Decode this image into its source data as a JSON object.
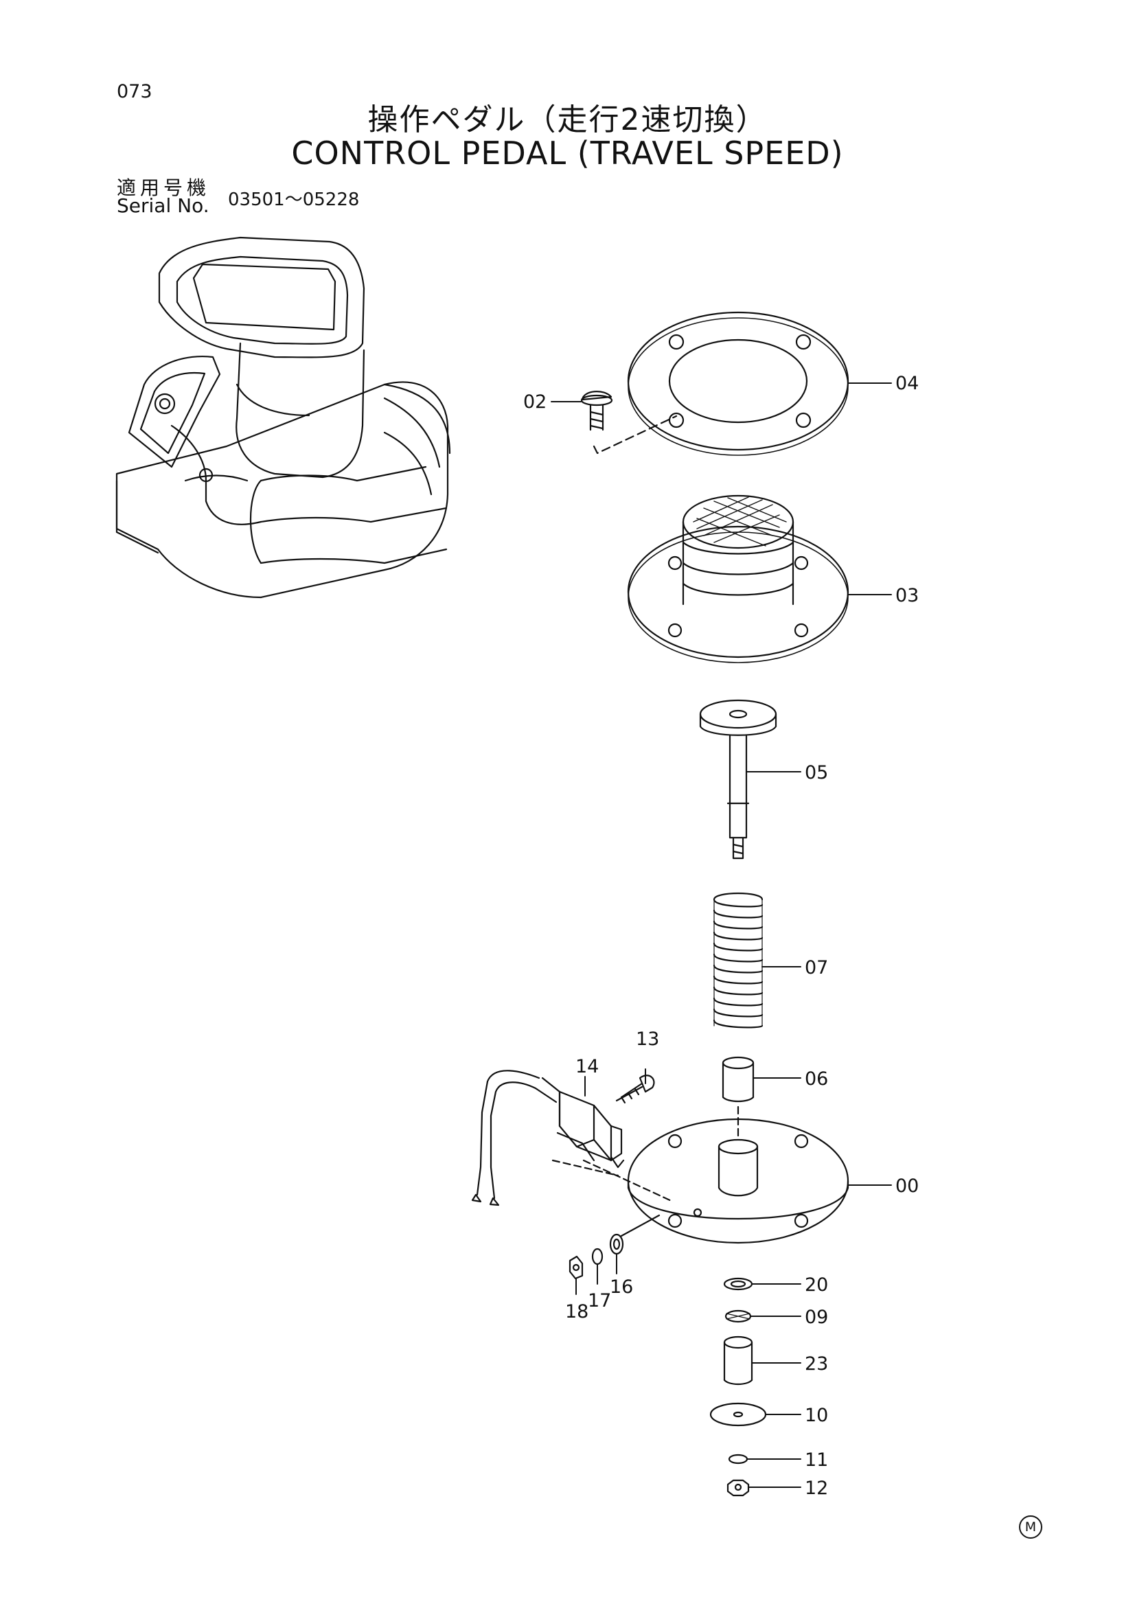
{
  "page_number": "073",
  "title_jp": "操作ペダル（走行2速切換）",
  "title_en": "CONTROL PEDAL (TRAVEL SPEED)",
  "serial_label_jp": "適用号機",
  "serial_label_en": "Serial No.",
  "serial_range": "03501～05228",
  "mark": "M",
  "parts": [
    {
      "id": "p00",
      "label": "00"
    },
    {
      "id": "p02",
      "label": "02"
    },
    {
      "id": "p03",
      "label": "03"
    },
    {
      "id": "p04",
      "label": "04"
    },
    {
      "id": "p05",
      "label": "05"
    },
    {
      "id": "p06",
      "label": "06"
    },
    {
      "id": "p07",
      "label": "07"
    },
    {
      "id": "p09",
      "label": "09"
    },
    {
      "id": "p10",
      "label": "10"
    },
    {
      "id": "p11",
      "label": "11"
    },
    {
      "id": "p12",
      "label": "12"
    },
    {
      "id": "p13",
      "label": "13"
    },
    {
      "id": "p14",
      "label": "14"
    },
    {
      "id": "p16",
      "label": "16"
    },
    {
      "id": "p17",
      "label": "17"
    },
    {
      "id": "p18",
      "label": "18"
    },
    {
      "id": "p20",
      "label": "20"
    },
    {
      "id": "p23",
      "label": "23"
    }
  ]
}
